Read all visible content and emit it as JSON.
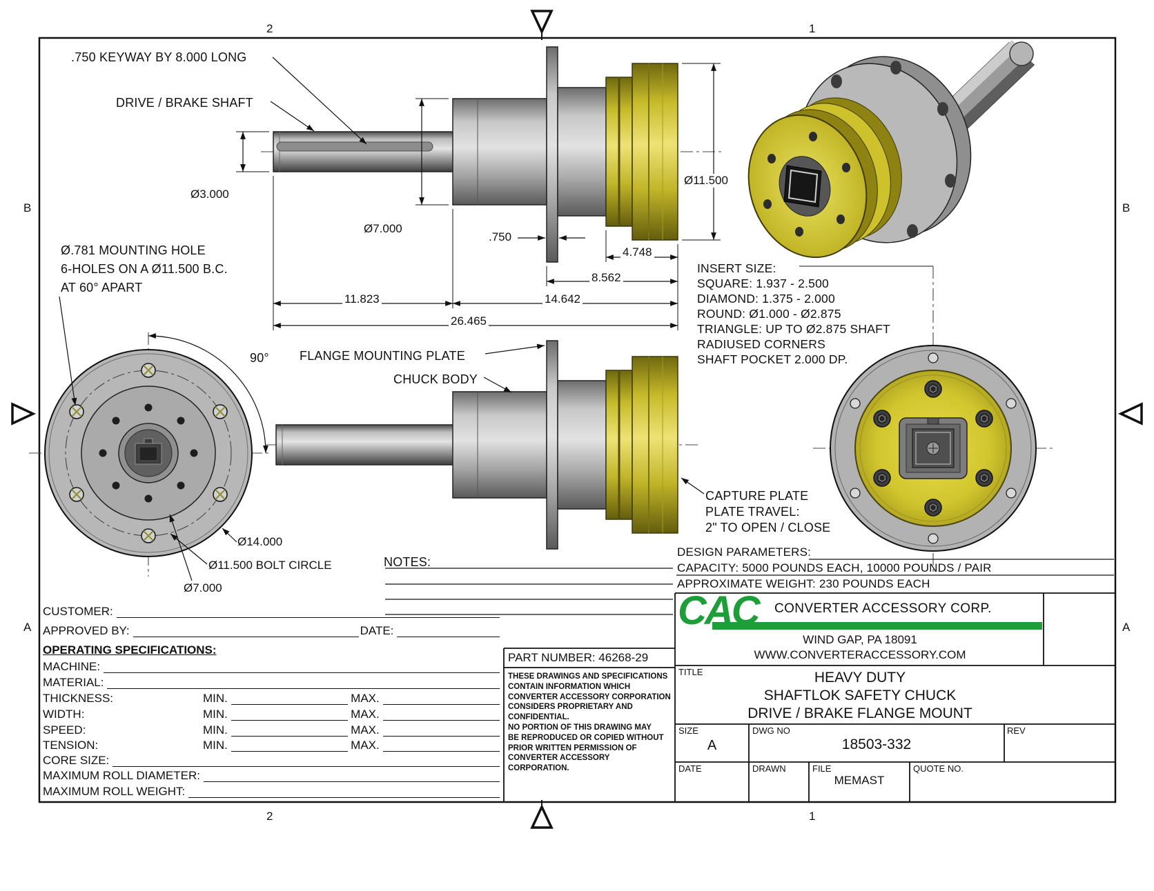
{
  "zones": {
    "col_left": "2",
    "col_right": "1",
    "row_upper": "B",
    "row_lower": "A"
  },
  "callouts": {
    "keyway": ".750 KEYWAY BY 8.000 LONG",
    "drive_brake_shaft": "DRIVE / BRAKE SHAFT",
    "mounting_hole": "Ø.781 MOUNTING HOLE\n6-HOLES ON A Ø11.500 B.C.\nAT 60° APART",
    "angle_90": "90°",
    "flange_mounting_plate": "FLANGE MOUNTING PLATE",
    "chuck_body": "CHUCK BODY",
    "insert_size": "INSERT SIZE:\nSQUARE: 1.937 - 2.500\nDIAMOND: 1.375 - 2.000\nROUND: Ø1.000 - Ø2.875\nTRIANGLE: UP TO Ø2.875 SHAFT\nRADIUSED CORNERS\nSHAFT POCKET 2.000 DP.",
    "capture_plate": "CAPTURE PLATE\nPLATE TRAVEL:\n2\" TO OPEN / CLOSE",
    "notes": "NOTES:",
    "design_parameters": "DESIGN PARAMETERS:\nCAPACITY: 5000 POUNDS EACH, 10000 POUNDS / PAIR\nAPPROXIMATE WEIGHT: 230 POUNDS EACH"
  },
  "dimensions": {
    "shaft_dia": "Ø3.000",
    "body_dia": "Ø7.000",
    "plate_thickness": ".750",
    "flange_dia": "Ø11.500",
    "hub_width": "4.748",
    "plate_to_end": "8.562",
    "shaft_length": "11.823",
    "body_length": "14.642",
    "overall_length": "26.465",
    "outer_dia": "Ø14.000",
    "bolt_circle": "Ø11.500 BOLT CIRCLE",
    "inner_dia": "Ø7.000"
  },
  "spec_form": {
    "customer": "CUSTOMER:",
    "approved_by": "APPROVED BY:",
    "date": "DATE:",
    "operating_specifications": "OPERATING SPECIFICATIONS:",
    "machine": "MACHINE:",
    "material": "MATERIAL:",
    "thickness": "THICKNESS:",
    "width": "WIDTH:",
    "speed": "SPEED:",
    "tension": "TENSION:",
    "min": "MIN.",
    "max": "MAX.",
    "core_size": "CORE SIZE:",
    "maximum_roll_diameter": "MAXIMUM ROLL DIAMETER:",
    "maximum_roll_weight": "MAXIMUM ROLL WEIGHT:"
  },
  "title_block": {
    "part_number": "PART NUMBER: 46268-29",
    "proprietary": "THESE DRAWINGS AND SPECIFICATIONS\nCONTAIN INFORMATION WHICH\nCONVERTER ACCESSORY CORPORATION\nCONSIDERS PROPRIETARY AND\nCONFIDENTIAL.\nNO PORTION OF THIS DRAWING MAY\nBE REPRODUCED OR COPIED WITHOUT\nPRIOR WRITTEN PERMISSION OF\nCONVERTER ACCESSORY CORPORATION.",
    "logo_text": "CAC",
    "company": "CONVERTER ACCESSORY CORP.",
    "address": "WIND GAP, PA 18091",
    "website": "WWW.CONVERTERACCESSORY.COM",
    "title_label": "TITLE",
    "title": "HEAVY DUTY\nSHAFTLOK SAFETY CHUCK\nDRIVE / BRAKE FLANGE MOUNT",
    "size_label": "SIZE",
    "size": "A",
    "dwg_label": "DWG NO",
    "dwg_no": "18503-332",
    "rev_label": "REV",
    "date_label": "DATE",
    "drawn_label": "DRAWN",
    "file_label": "FILE",
    "file": "MEMAST",
    "quote_label": "QUOTE NO."
  },
  "colors": {
    "chuck_yellow": "#d2c62e",
    "metal_gray": "#a9a9a9",
    "logo_green": "#1d9e38"
  }
}
